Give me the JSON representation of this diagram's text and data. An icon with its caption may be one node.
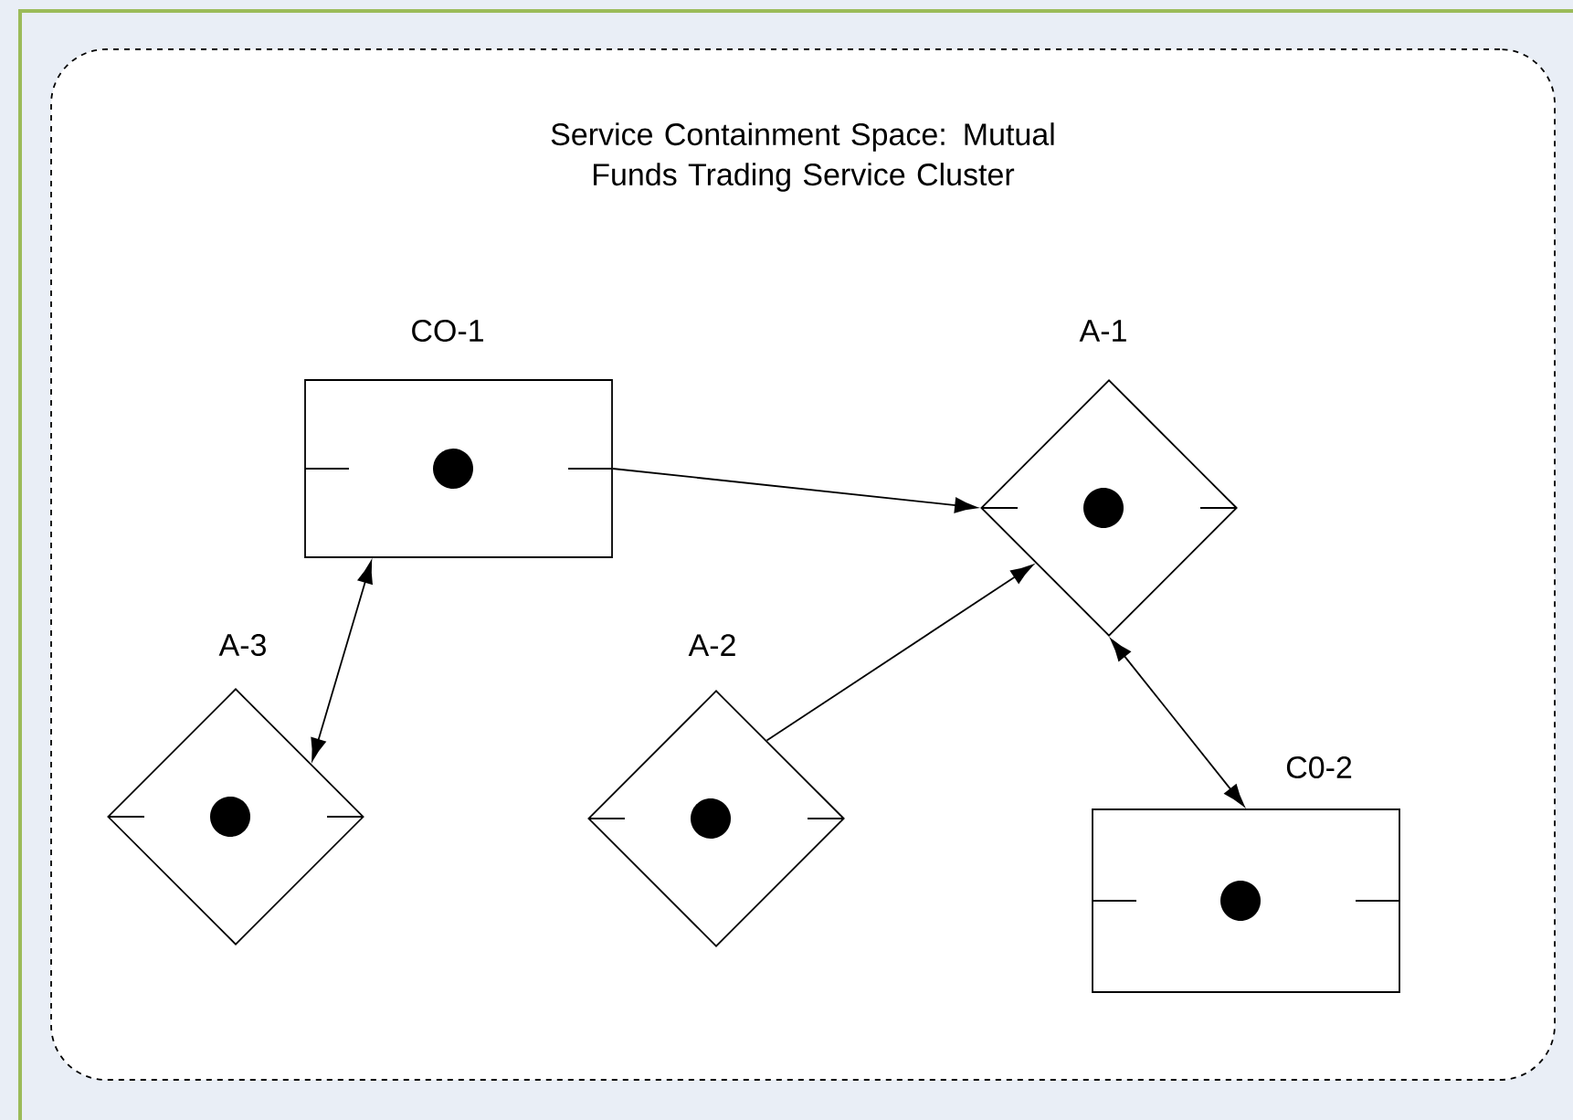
{
  "diagram": {
    "nodes": [
      {
        "text": [
          "Service Containment Space: Mutual Funds Trading Service Cluster"
        ]
      },
      {
        "text": [
          "CO-1"
        ],
        "in": 0
      },
      {
        "text": [
          "A-1"
        ],
        "in": 0
      },
      {
        "text": [
          "A-3"
        ],
        "in": 0
      },
      {
        "text": [
          "A-2"
        ],
        "in": 0
      },
      {
        "text": [
          "C0-2"
        ],
        "in": 0
      }
    ],
    "edges": [
      {
        "from": 1,
        "to": 2,
        "arrow": "to"
      },
      {
        "from": 1,
        "to": 3,
        "arrow": "both"
      },
      {
        "from": 4,
        "to": 2,
        "arrow": "to"
      },
      {
        "from": 2,
        "to": 5,
        "arrow": "both"
      }
    ]
  }
}
